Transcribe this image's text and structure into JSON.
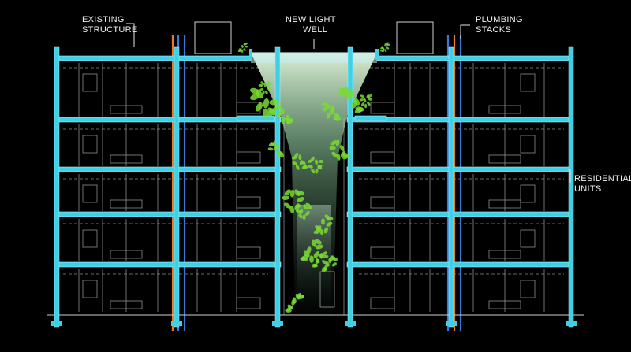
{
  "labels": {
    "existing_structure": {
      "line1": "EXISTING",
      "line2": "STRUCTURE"
    },
    "new_light_well": {
      "line1": "NEW LIGHT",
      "line2": "WELL"
    },
    "plumbing_stacks": {
      "line1": "PLUMBING",
      "line2": "STACKS"
    },
    "residential_units": {
      "line1": "RESIDENTIAL",
      "line2": "UNITS"
    }
  },
  "colors": {
    "background": "#000000",
    "slab": "#3fd0e6",
    "slab_outline": "#a8f2fb",
    "plumbing_orange": "#e87a2c",
    "plumbing_blue": "#3a78d8",
    "foliage": "#7ad934",
    "light_glow": "#d8f7c8",
    "linework": "#bfbfbf"
  },
  "diagram": {
    "type": "building-section",
    "floors": 5,
    "light_well_position": "center",
    "plumbing_stack_count": 2
  }
}
